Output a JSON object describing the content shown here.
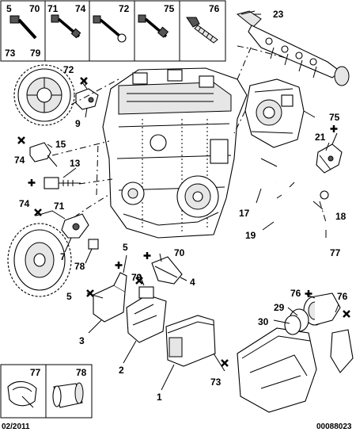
{
  "screw_box": {
    "top_labels": [
      "5",
      "70",
      "71",
      "74",
      "72",
      "75",
      "76"
    ],
    "bottom_labels": [
      "73",
      "79"
    ]
  },
  "callouts": {
    "p23": "23",
    "p72": "72",
    "p9": "9",
    "p15": "15",
    "p74a": "74",
    "p13": "13",
    "p74b": "74",
    "p71": "71",
    "p7": "7",
    "p78": "78",
    "p75": "75",
    "p21": "21",
    "p17": "17",
    "p18": "18",
    "p19": "19",
    "p77": "77",
    "p5a": "5",
    "p70": "70",
    "p5b": "5",
    "p79": "79",
    "p4": "4",
    "p3": "3",
    "p2": "2",
    "p1": "1",
    "p73": "73",
    "p76a": "76",
    "p76b": "76",
    "p29": "29",
    "p30": "30"
  },
  "legend_box": {
    "labels": [
      "77",
      "78"
    ]
  },
  "footer": {
    "date": "02/2011",
    "ref": "00088023"
  }
}
